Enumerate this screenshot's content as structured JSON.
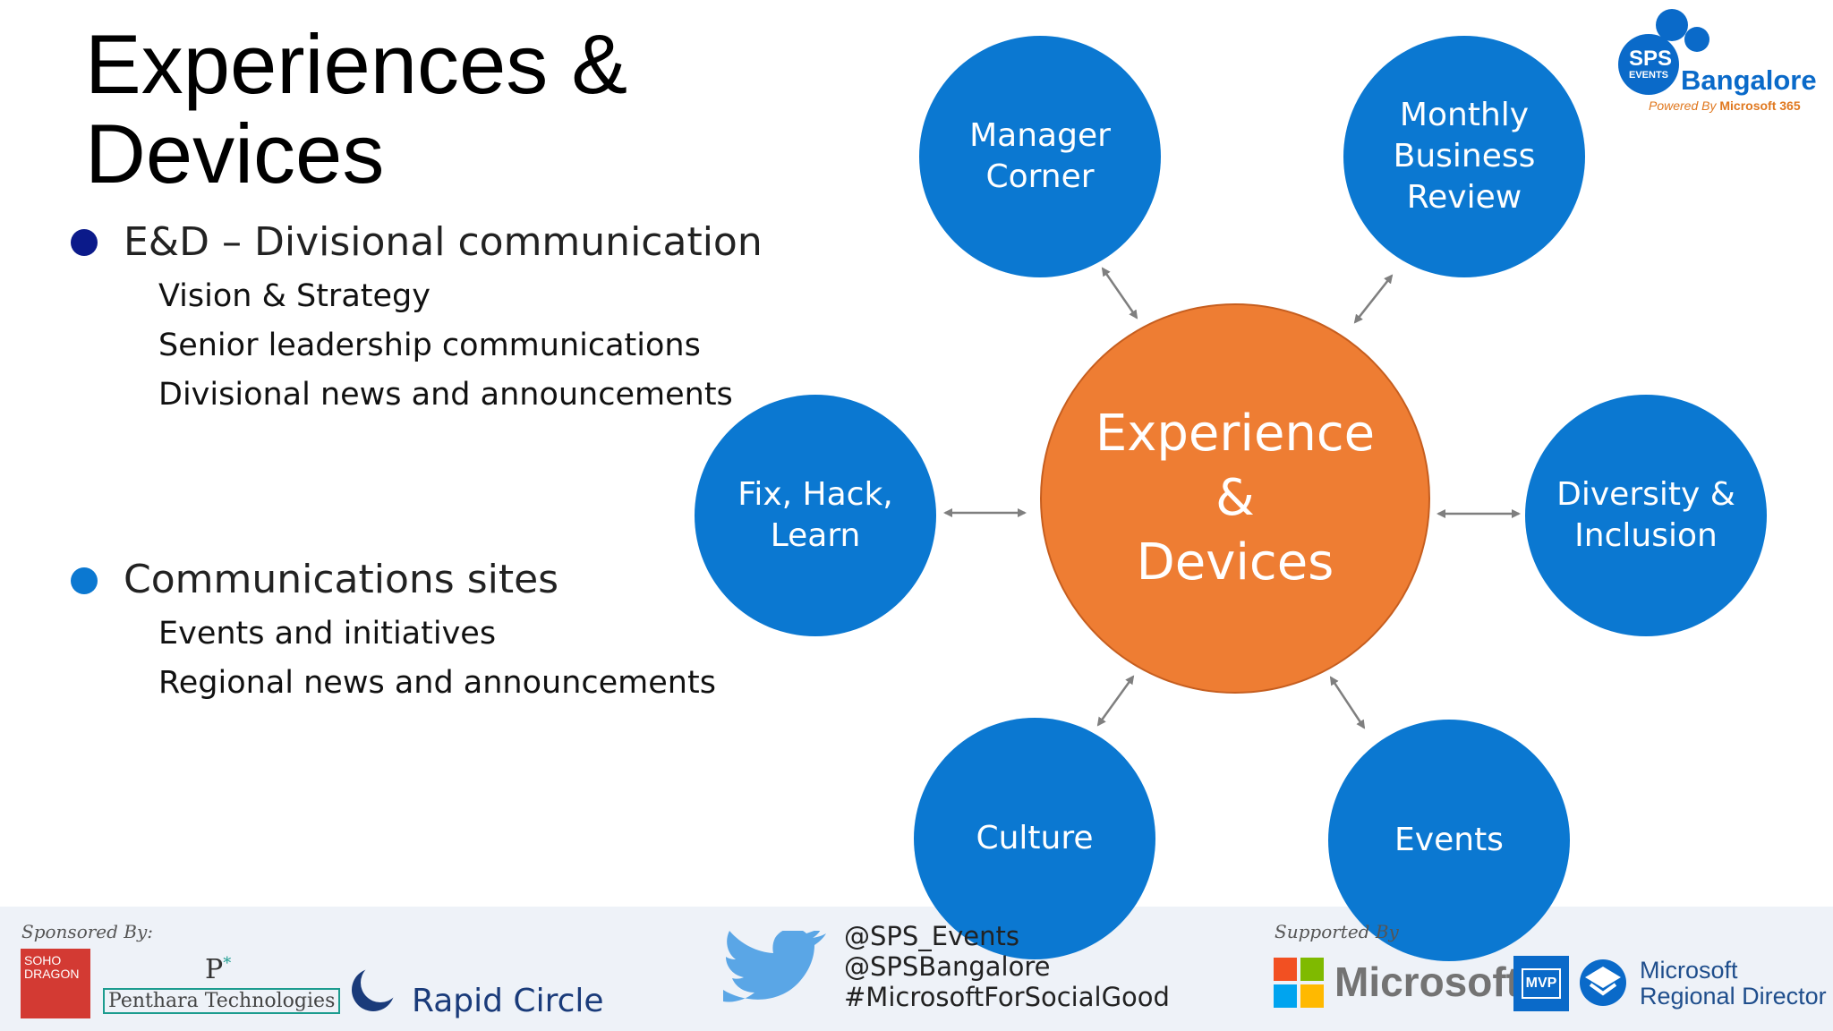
{
  "slide": {
    "title_line1": "Experiences &",
    "title_line2": "Devices"
  },
  "bullets": [
    {
      "text": "E&D – Divisional communication",
      "color": "#0b1a8a",
      "sub": [
        "Vision & Strategy",
        "Senior leadership communications",
        "Divisional news and announcements"
      ]
    },
    {
      "text": "Communications sites",
      "color": "#0b78d1",
      "sub": [
        "Events and initiatives",
        "Regional news and announcements"
      ]
    }
  ],
  "diagram": {
    "center": "Experience\n&\nDevices",
    "nodes": {
      "manager": "Manager\nCorner",
      "monthly": "Monthly\nBusiness\nReview",
      "fix": "Fix, Hack,\nLearn",
      "diversity": "Diversity &\nInclusion",
      "culture": "Culture",
      "events": "Events"
    },
    "colors": {
      "node": "#0b78d1",
      "center": "#ee7d33",
      "arrow": "#7f7f7f"
    }
  },
  "logo": {
    "sps": "SPS",
    "sps_sub": "EVENTS",
    "city": "Bangalore",
    "powered_by": "Powered By",
    "powered_brand": "Microsoft 365"
  },
  "footer": {
    "sponsored_by": "Sponsored By:",
    "soho": "SOHO DRAGON",
    "penthara": "Penthara Technologies",
    "rapid": "Rapid Circle",
    "twitter": [
      "@SPS_Events",
      "@SPSBangalore",
      "#MicrosoftForSocialGood"
    ],
    "supported_by": "Supported By",
    "microsoft": "Microsoft",
    "mvp": "MVP",
    "rd_line1": "Microsoft",
    "rd_line2": "Regional Director"
  }
}
